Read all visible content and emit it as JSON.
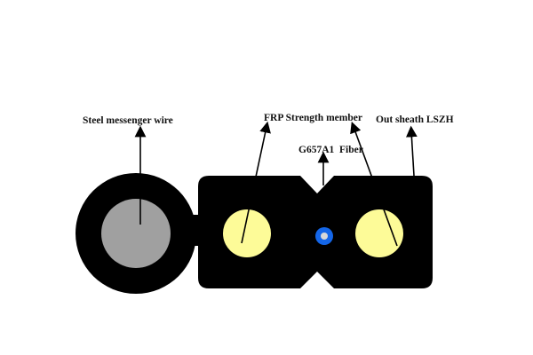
{
  "diagram": {
    "labels": {
      "steel": "Steel messenger wire",
      "frp": "FRP Strength member",
      "sheath": "Out sheath LSZH",
      "fiber": "G657A1  Fiber"
    },
    "colors": {
      "sheath": "#000000",
      "steel": "#a0a0a0",
      "frp": "#fdfb98",
      "fiber_buffer": "#1466e8",
      "fiber_core": "#d8d8d8"
    }
  }
}
